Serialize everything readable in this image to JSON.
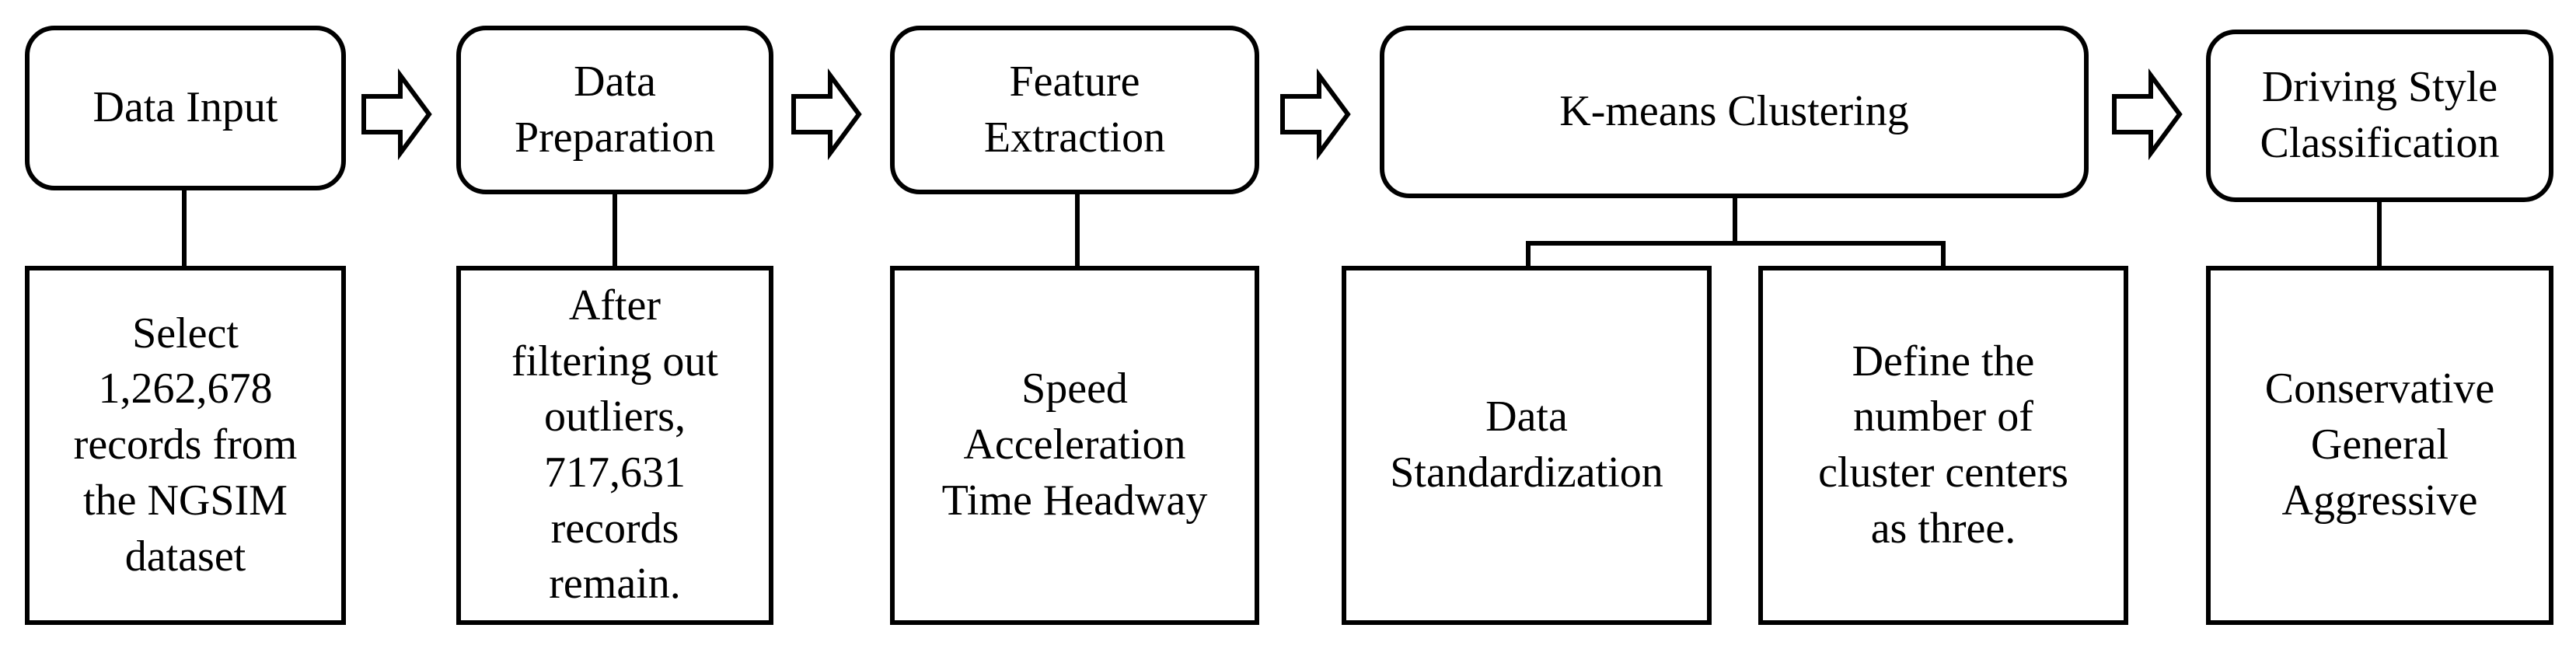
{
  "steps": [
    {
      "label": "Data Input",
      "detail": "Select\n1,262,678\nrecords from\nthe NGSIM\ndataset"
    },
    {
      "label": "Data\nPreparation",
      "detail": "After\nfiltering out\noutliers,\n717,631\nrecords\nremain."
    },
    {
      "label": "Feature\nExtraction",
      "detail": "Speed\nAcceleration\nTime Headway"
    },
    {
      "label": "K-means Clustering",
      "details": [
        "Data\nStandardization",
        "Define the\nnumber of\ncluster centers\nas three."
      ]
    },
    {
      "label": "Driving Style\nClassification",
      "detail": "Conservative\nGeneral\nAggressive"
    }
  ],
  "colors": {
    "stroke": "#000000",
    "fill": "#ffffff"
  },
  "icons": [
    "right-arrow-icon"
  ]
}
